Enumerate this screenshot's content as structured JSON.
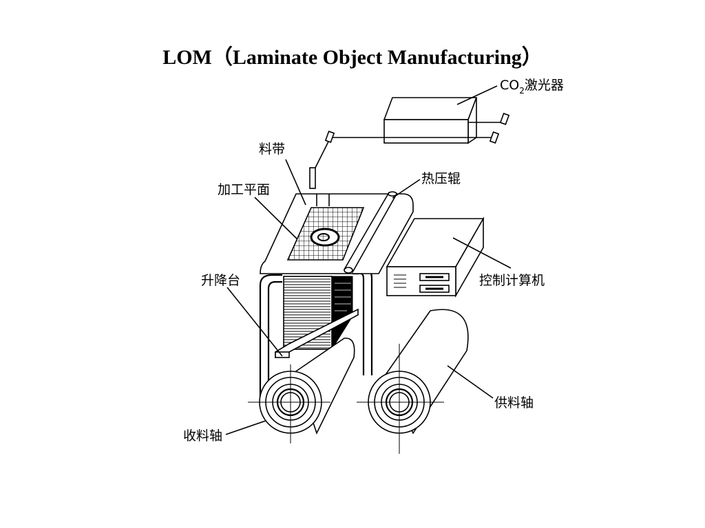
{
  "title": "LOM（Laminate Object Manufacturing）",
  "labels": {
    "laser_prefix": "CO",
    "laser_subscript": "2",
    "laser_suffix": "激光器",
    "material_strip": "料带",
    "processing_plane": "加工平面",
    "hot_roller": "热压辊",
    "lifting_platform": "升降台",
    "control_computer": "控制计算机",
    "supply_shaft": "供料轴",
    "takeup_shaft": "收料轴"
  }
}
